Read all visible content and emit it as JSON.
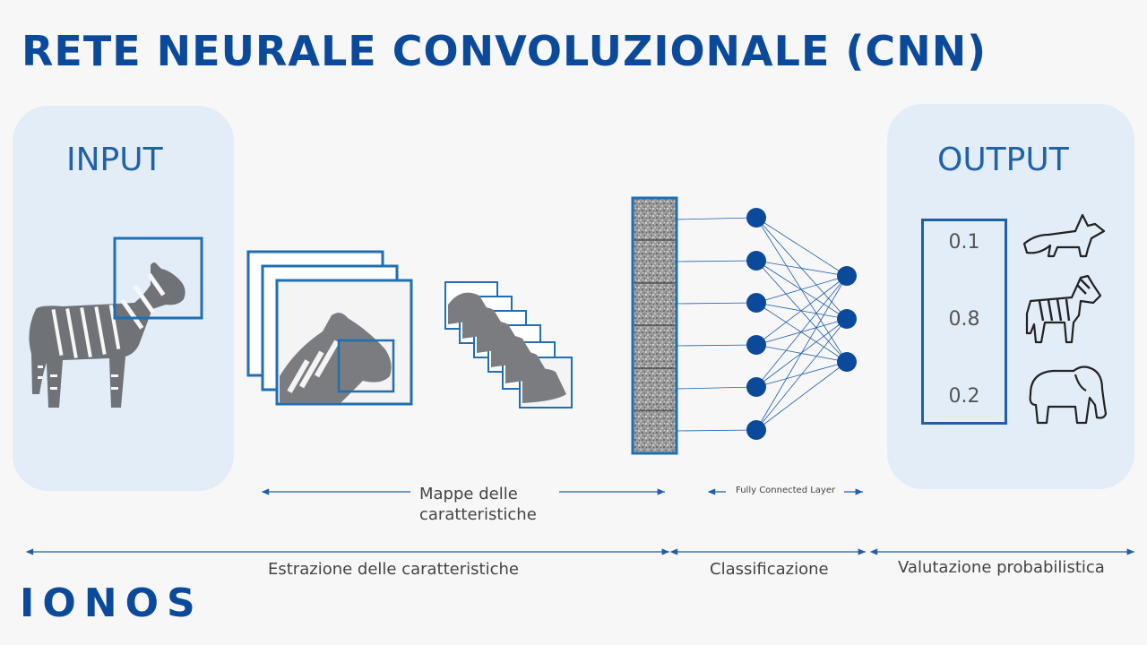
{
  "title": "RETE NEURALE CONVOLUZIONALE (CNN)",
  "input": {
    "label": "INPUT"
  },
  "output": {
    "label": "OUTPUT",
    "probabilities": [
      "0.1",
      "0.8",
      "0.2"
    ]
  },
  "icons": [
    "zebra-icon",
    "fox-icon",
    "elephant-icon"
  ],
  "labels": {
    "feature_maps_line1": "Mappe delle",
    "feature_maps_line2": "caratteristiche",
    "fully_connected": "Fully Connected Layer",
    "feature_extraction": "Estrazione delle caratteristiche",
    "classification": "Classificazione",
    "probabilistic": "Valutazione probabilistica"
  },
  "brand": {
    "logo": "IONOS",
    "primary_color": "#0b4a9a",
    "accent_color": "#1f6fb2",
    "panel_color": "#e3edf7"
  }
}
